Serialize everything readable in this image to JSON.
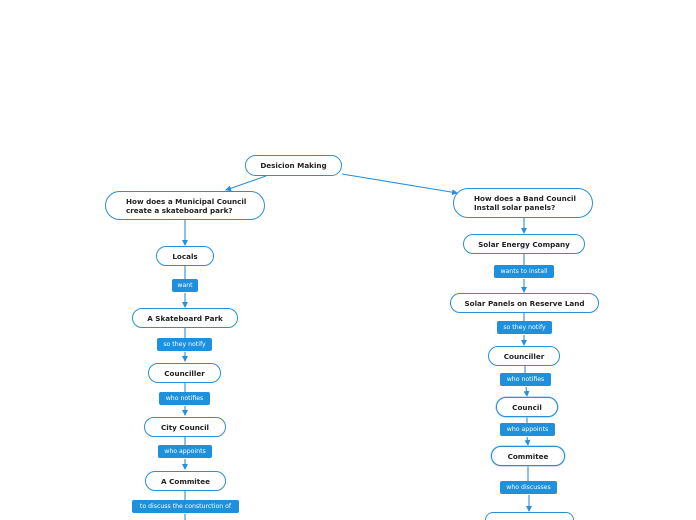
{
  "root": {
    "label": "Desicion Making"
  },
  "left_branch": {
    "question_line1": "How does a Municipal Council",
    "question_line2": "create a skateboard park?",
    "nodes": [
      "Locals",
      "A Skateboard Park",
      "Counciller",
      "City Council",
      "A Commitee"
    ],
    "links": [
      "want",
      "so they notify",
      "who notifies",
      "who appoints",
      "to discuss the consturction of"
    ]
  },
  "right_branch": {
    "question_line1": "How does a Band Council",
    "question_line2": "Install solar panels?",
    "nodes": [
      "Solar Energy Company",
      "Solar Panels on Reserve Land",
      "Counciller",
      "Council",
      "Commitee"
    ],
    "links": [
      "wants to install",
      "so they notify",
      "who notifies",
      "who appoints",
      "who discusses"
    ]
  },
  "colors": {
    "accent": "#1e90dc",
    "border": "#2b8fd6",
    "line": "#2b8fd6"
  }
}
